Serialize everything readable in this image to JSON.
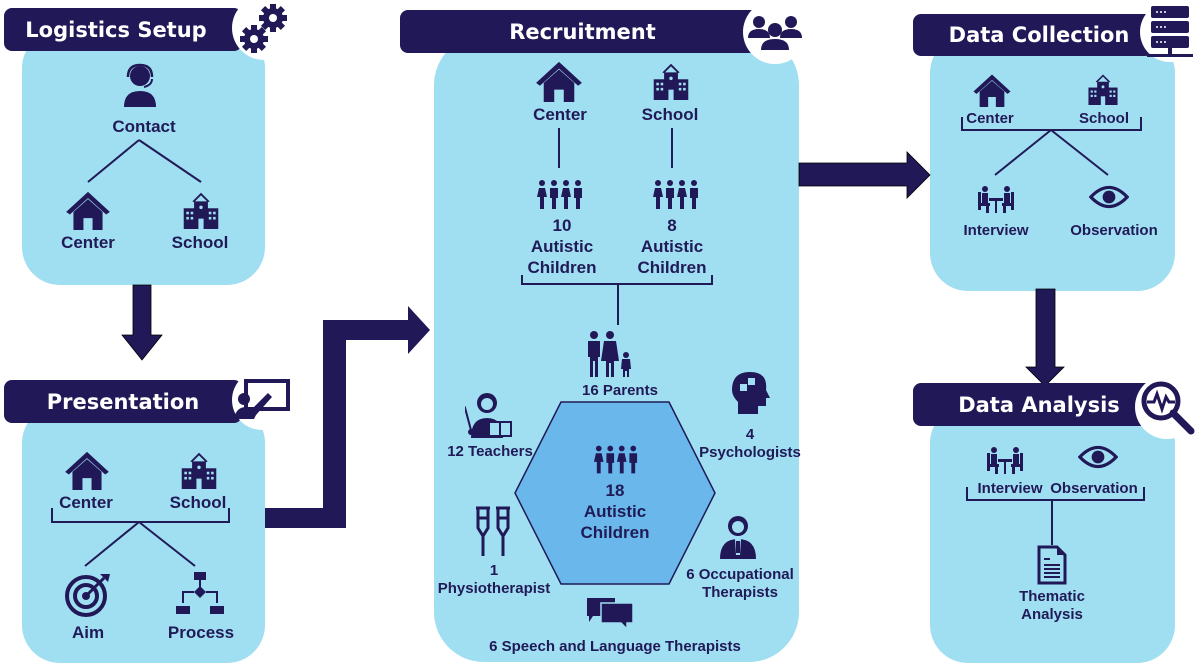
{
  "colors": {
    "navy": "#211857",
    "box_fill": "#A0DEF1",
    "hexagon_fill": "#6AB8EB",
    "text": "#201A57"
  },
  "stages": {
    "logistics": {
      "title": "Logistics Setup",
      "icon": "gears-icon",
      "contact_label": "Contact",
      "center_label": "Center",
      "school_label": "School"
    },
    "presentation": {
      "title": "Presentation",
      "icon": "presenter-board-icon",
      "center_label": "Center",
      "school_label": "School",
      "aim_label": "Aim",
      "process_label": "Process"
    },
    "recruitment": {
      "title": "Recruitment",
      "icon": "group-icon",
      "center_label": "Center",
      "school_label": "School",
      "center_count": "10",
      "center_children": "Autistic",
      "center_children2": "Children",
      "school_count": "8",
      "school_children": "Autistic",
      "school_children2": "Children",
      "parents": "16 Parents",
      "teachers": "12 Teachers",
      "psychologists_count": "4",
      "psychologists": "Psychologists",
      "physio_count": "1",
      "physio": "Physiotherapist",
      "occupational": "6 Occupational",
      "occupational2": "Therapists",
      "speech": "6 Speech and Language Therapists",
      "hex_count": "18",
      "hex_line1": "Autistic",
      "hex_line2": "Children"
    },
    "collection": {
      "title": "Data Collection",
      "icon": "server-icon",
      "center_label": "Center",
      "school_label": "School",
      "interview_label": "Interview",
      "observation_label": "Observation"
    },
    "analysis": {
      "title": "Data Analysis",
      "icon": "magnifier-pulse-icon",
      "interview_label": "Interview",
      "observation_label": "Observation",
      "thematic_line1": "Thematic",
      "thematic_line2": "Analysis"
    }
  }
}
